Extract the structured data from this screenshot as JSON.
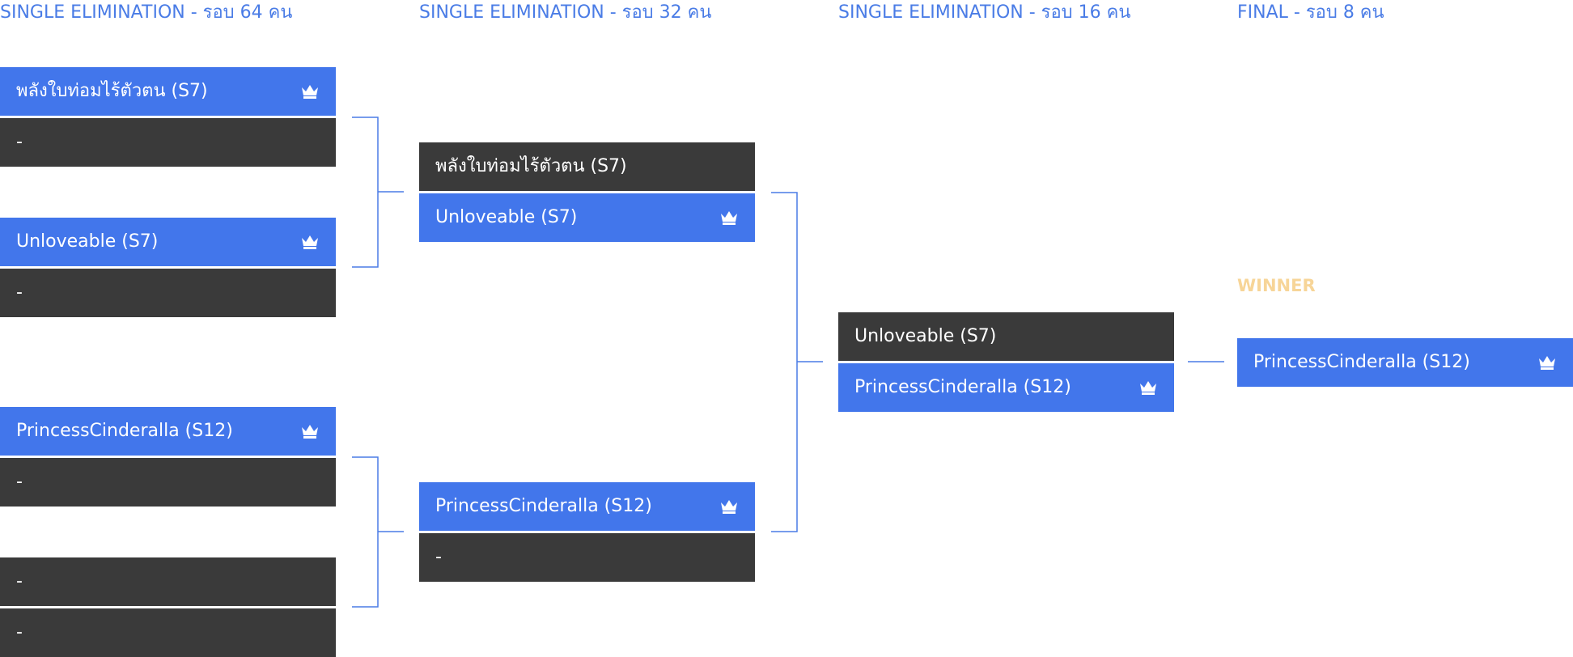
{
  "rounds": [
    {
      "header": "SINGLE ELIMINATION - รอบ 64 คน"
    },
    {
      "header": "SINGLE ELIMINATION - รอบ 32 คน"
    },
    {
      "header": "SINGLE ELIMINATION - รอบ 16 คน"
    },
    {
      "header": "FINAL - รอบ 8 คน"
    }
  ],
  "round64": [
    {
      "player": "พลังใบท่อมไร้ตัวตน (S7)",
      "winner": true
    },
    {
      "player": "-",
      "winner": false
    },
    {
      "player": "Unloveable (S7)",
      "winner": true
    },
    {
      "player": "-",
      "winner": false
    },
    {
      "player": "PrincessCinderalla (S12)",
      "winner": true
    },
    {
      "player": "-",
      "winner": false
    },
    {
      "player": "-",
      "winner": false
    },
    {
      "player": "-",
      "winner": false
    }
  ],
  "round32": [
    {
      "player": "พลังใบท่อมไร้ตัวตน (S7)",
      "winner": false
    },
    {
      "player": "Unloveable (S7)",
      "winner": true
    },
    {
      "player": "PrincessCinderalla (S12)",
      "winner": true
    },
    {
      "player": "-",
      "winner": false
    }
  ],
  "round16": [
    {
      "player": "Unloveable (S7)",
      "winner": false
    },
    {
      "player": "PrincessCinderalla (S12)",
      "winner": true
    }
  ],
  "final": {
    "winner_label": "WINNER",
    "player": "PrincessCinderalla (S12)"
  },
  "icons": {
    "winner_marker": "crown-icon"
  },
  "colors": {
    "header": "#4a7ce6",
    "winner_slot": "#4276eb",
    "loser_slot": "#3a3a3a",
    "connector": "#4a7ce6",
    "winner_label": "#f7d598"
  }
}
